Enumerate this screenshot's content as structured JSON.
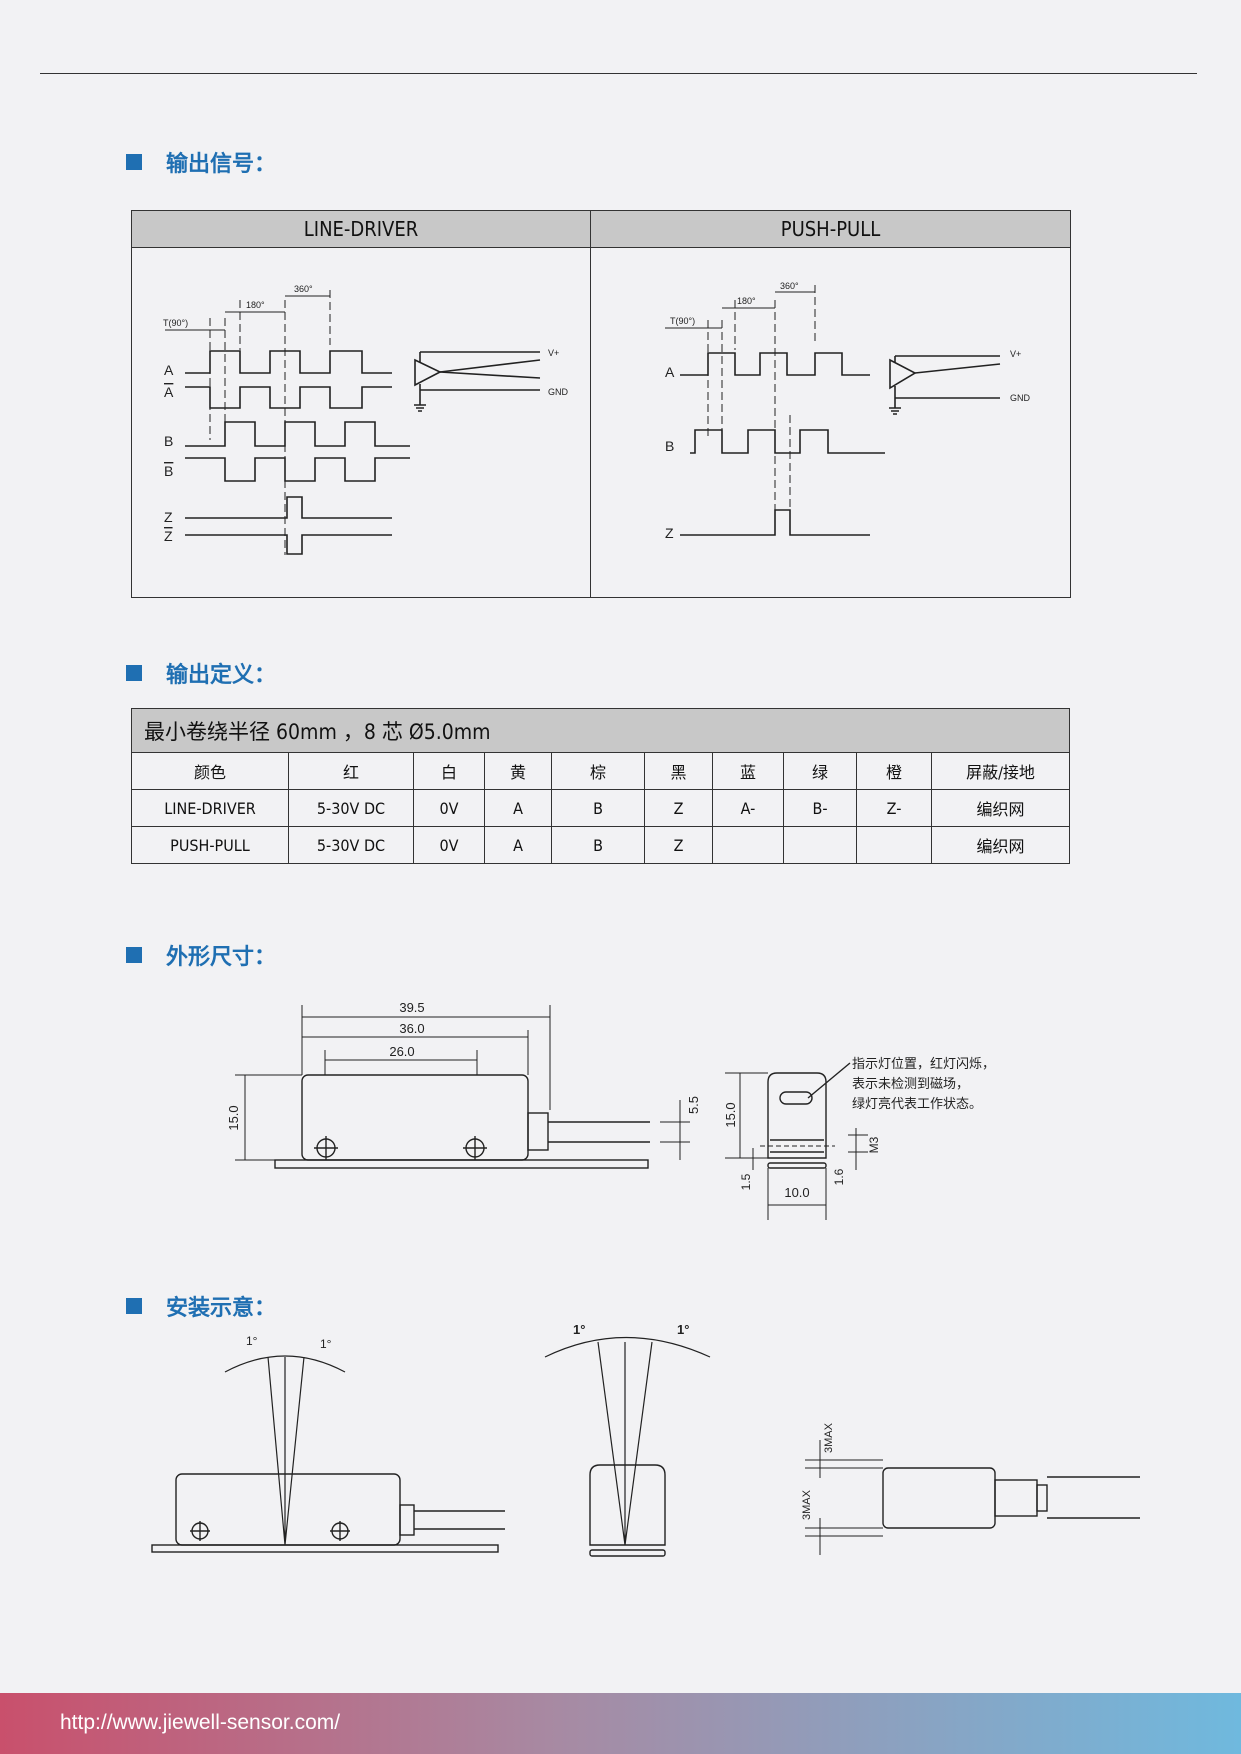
{
  "sections": {
    "output_signal": "输出信号：",
    "output_definition": "输出定义：",
    "dimensions": "外形尺寸：",
    "installation": "安装示意："
  },
  "signal_table": {
    "headers": [
      "LINE-DRIVER",
      "PUSH-PULL"
    ],
    "line_driver": {
      "t90": "T(90°)",
      "d180": "180°",
      "d360": "360°",
      "a": "A",
      "a_bar": "A",
      "b": "B",
      "b_bar": "B",
      "z": "Z",
      "z_bar": "Z",
      "vplus": "V+",
      "gnd": "GND"
    },
    "push_pull": {
      "t90": "T(90°)",
      "d180": "180°",
      "d360": "360°",
      "a": "A",
      "b": "B",
      "z": "Z",
      "vplus": "V+",
      "gnd": "GND"
    }
  },
  "definition_table": {
    "title": "最小卷绕半径 60mm ，8 芯 Ø5.0mm",
    "header": [
      "颜色",
      "红",
      "白",
      "黄",
      "棕",
      "黑",
      "蓝",
      "绿",
      "橙",
      "屏蔽/接地"
    ],
    "rows": [
      [
        "LINE-DRIVER",
        "5-30V DC",
        "0V",
        "A",
        "B",
        "Z",
        "A-",
        "B-",
        "Z-",
        "编织网"
      ],
      [
        "PUSH-PULL",
        "5-30V DC",
        "0V",
        "A",
        "B",
        "Z",
        "",
        "",
        "",
        "编织网"
      ]
    ]
  },
  "dimensions": {
    "d39_5": "39.5",
    "d36_0": "36.0",
    "d26_0": "26.0",
    "d15_0": "15.0",
    "d5_5": "5.5",
    "side_15_0": "15.0",
    "d1_5": "1.5",
    "d10_0": "10.0",
    "d1_6": "1.6",
    "m3": "M3",
    "note": [
      "指示灯位置，红灯闪烁，",
      "表示未检测到磁场，",
      "绿灯亮代表工作状态。"
    ]
  },
  "installation": {
    "angle1": "1°",
    "angle2": "1°",
    "angle3": "1°",
    "angle4": "1°",
    "max1": "3MAX",
    "max2": "3MAX"
  },
  "footer": {
    "url": "http://www.jiewell-sensor.com/"
  }
}
